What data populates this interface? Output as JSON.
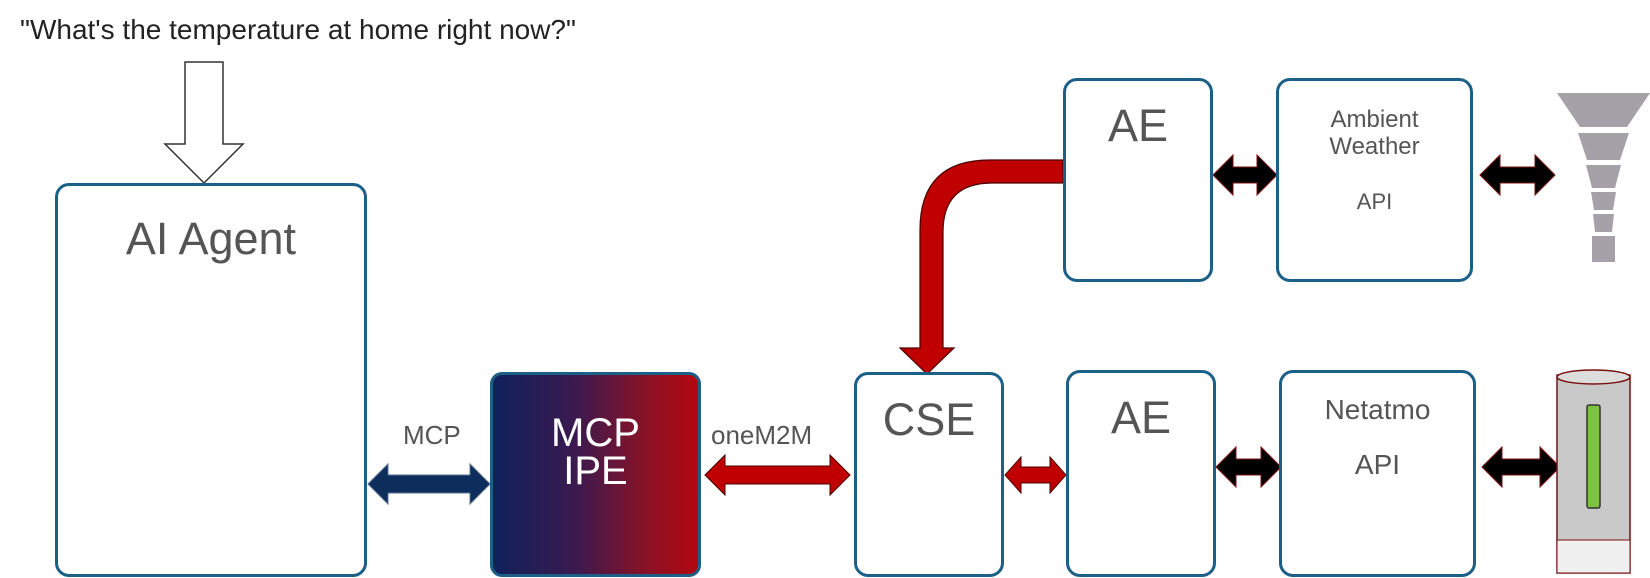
{
  "query": "\"What's the temperature at home right now?\"",
  "nodes": {
    "ai_agent": "AI Agent",
    "ipe_line1": "MCP",
    "ipe_line2": "IPE",
    "cse": "CSE",
    "ae_top": "AE",
    "ae_bottom": "AE",
    "ambient_line1": "Ambient",
    "ambient_line2": "Weather",
    "ambient_line3": "API",
    "netatmo_line1": "Netatmo",
    "netatmo_line2": "API"
  },
  "edges": {
    "agent_ipe": "MCP",
    "ipe_cse": "oneM2M"
  },
  "colors": {
    "box_border": "#1c5f87",
    "text_gray": "#555555",
    "red_arrow": "#c00000",
    "navy_arrow": "#0d2e5c",
    "black_arrow": "#000000",
    "device_gray": "#a4a2a8",
    "ipe_gradient_start": "#10215a",
    "ipe_gradient_end": "#b3070f"
  },
  "icons": {
    "weather_station": "weather-station-icon",
    "netatmo_sensor": "netatmo-sensor-icon"
  }
}
